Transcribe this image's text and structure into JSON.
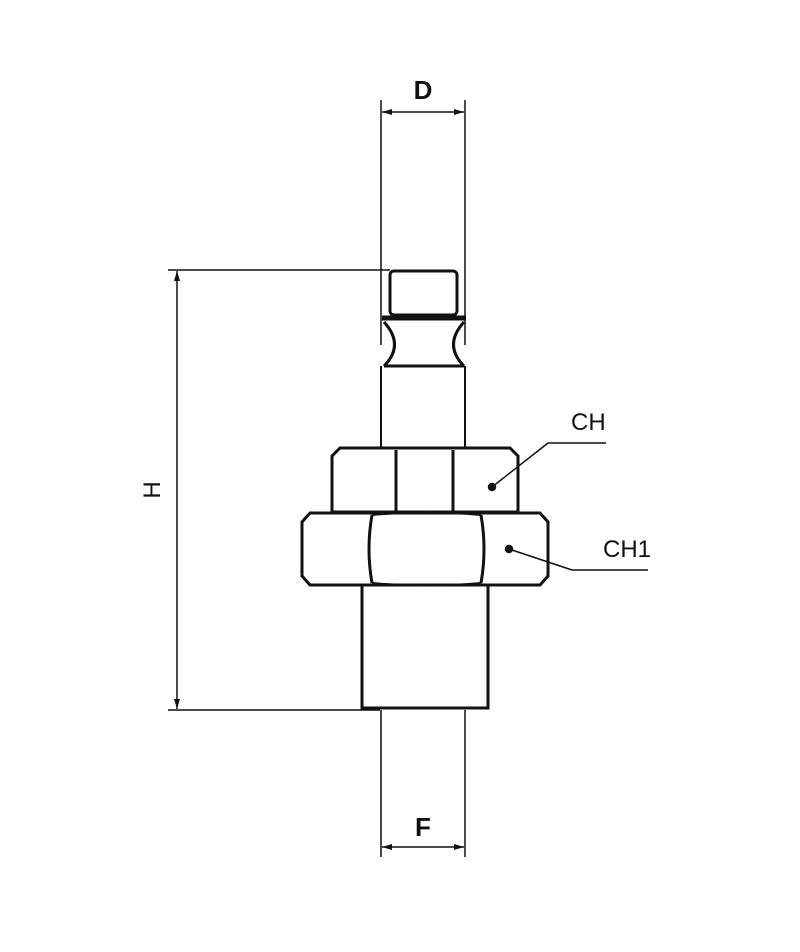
{
  "drawing": {
    "dimensions": {
      "D": "D",
      "H": "H",
      "F": "F"
    },
    "callouts": {
      "CH": "CH",
      "CH1": "CH1"
    },
    "line_color": "#111111",
    "background": "#ffffff"
  }
}
